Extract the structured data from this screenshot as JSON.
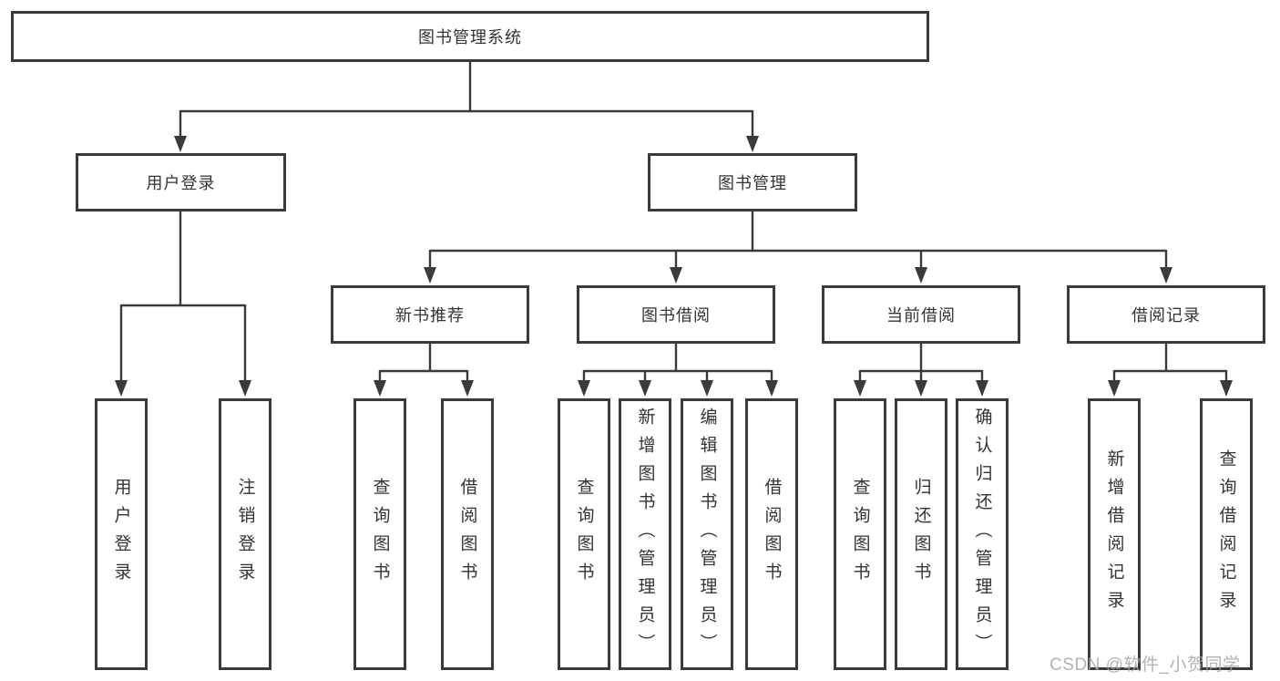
{
  "diagram": {
    "title": "图书管理系统",
    "level2": {
      "user_login": "用户登录",
      "book_management": "图书管理"
    },
    "level3": {
      "new_book_recommend": "新书推荐",
      "book_borrow": "图书借阅",
      "current_borrow": "当前借阅",
      "borrow_records": "借阅记录"
    },
    "leaves": {
      "login": [
        "用户登录",
        "注销登录"
      ],
      "recommend": [
        "查询图书",
        "借阅图书"
      ],
      "borrow": [
        "查询图书",
        "新增图书（管理员）",
        "编辑图书（管理员）",
        "借阅图书"
      ],
      "current": [
        "查询图书",
        "归还图书",
        "确认归还（管理员）"
      ],
      "records": [
        "新增借阅记录",
        "查询借阅记录"
      ]
    },
    "watermark": "CSDN @软件_小贺同学",
    "colors": {
      "line": "#3a3a3a",
      "text": "#333333",
      "watermark": "#a9a4a6",
      "background": "#ffffff"
    }
  }
}
